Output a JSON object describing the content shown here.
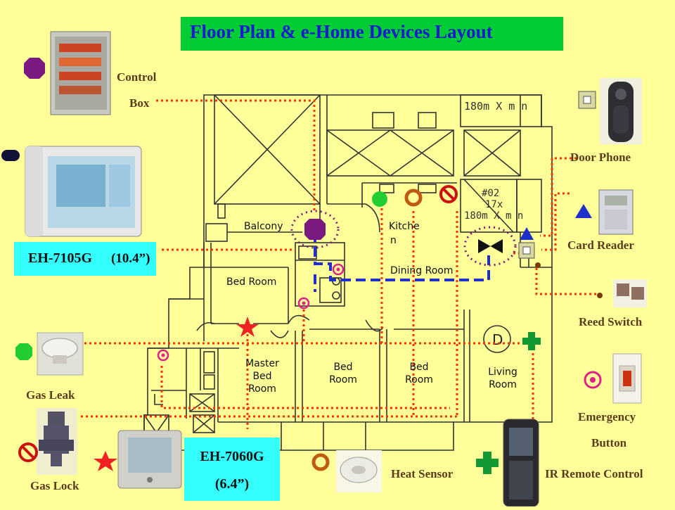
{
  "title": "Floor Plan & e-Home Devices Layout",
  "panels": {
    "large": {
      "model": "EH-7105G",
      "size": "(10.4”)"
    },
    "small": {
      "model": "EH-7060G",
      "size": "(6.4”)"
    }
  },
  "devices": {
    "control_box": {
      "line1": "Control",
      "line2": "Box"
    },
    "door_phone": "Door Phone",
    "card_reader": "Card Reader",
    "reed_switch": "Reed Switch",
    "emergency_button": {
      "line1": "Emergency",
      "line2": "Button"
    },
    "gas_leak": "Gas Leak",
    "gas_lock": "Gas Lock",
    "heat_sensor": "Heat Sensor",
    "ir_remote": "IR Remote Control"
  },
  "rooms": {
    "balcony": "Balcony",
    "kitchen": {
      "line1": "Kitche",
      "line2": "n"
    },
    "dining_room": "Dining Room",
    "bed_room_1": "Bed Room",
    "master_bed_room": {
      "line1": "Master",
      "line2": "Bed",
      "line3": "Room"
    },
    "bed_room_2": {
      "line1": "Bed",
      "line2": "Room"
    },
    "bed_room_3": {
      "line1": "Bed",
      "line2": "Room"
    },
    "living_room": {
      "line1": "Living",
      "line2": "Room"
    },
    "lift_1": "180m X m n",
    "lift_2": {
      "line1": "#02",
      "line2": "17x",
      "line3": "180m X m n"
    },
    "door_label": "D"
  },
  "colors": {
    "background": "#ffff99",
    "title_bg": "#00cc33",
    "title_text": "#1a1ad0",
    "panel_label_bg": "#33ffff",
    "wire": "#ff3300",
    "bus": "#1f2fcc",
    "control_box_symbol": "#7a1a80",
    "gas_leak_symbol": "#22cc33",
    "gas_lock_symbol": "#cc1111",
    "heat_sensor_symbol": "#c05a10",
    "ir_symbol": "#119933",
    "card_reader_symbol": "#1f2fcc",
    "emergency_symbol": "#e0208a",
    "star_symbol": "#ee2222"
  },
  "icons": {
    "control_box": "octagon-icon",
    "gas_leak": "green-octagon-icon",
    "gas_lock": "no-entry-icon",
    "heat_sensor": "ring-icon",
    "ir_remote": "plus-icon",
    "card_reader": "triangle-icon",
    "door_phone": "square-target-icon",
    "reed_switch": "dot-icon",
    "emergency_button": "concentric-circle-icon",
    "panel_small": "star-icon",
    "panel_large": "tab-icon",
    "ir_receiver": "bowtie-icon"
  }
}
